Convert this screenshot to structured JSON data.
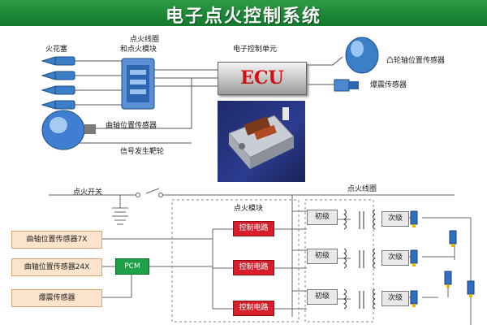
{
  "title": "电子点火控制系统",
  "top": {
    "spark_plug_label": "火花塞",
    "coil_module_label_1": "点火线圈",
    "coil_module_label_2": "和点火模块",
    "ecu_unit_label": "电子控制单元",
    "ecu_text": "ECU",
    "cam_sensor_label": "凸轮轴位置传感器",
    "knock_sensor_label": "爆震传感器",
    "crank_sensor_label": "曲轴位置传感器",
    "trigger_wheel_label": "信号发生靶轮"
  },
  "bottom": {
    "ignition_switch_label": "点火开关",
    "coil_label": "点火线圈",
    "module_label": "点火模块",
    "sensors": [
      "曲轴位置传感器7X",
      "曲轴位置传感器24X",
      "爆震传感器"
    ],
    "pcm_label": "PCM",
    "control_circuits": [
      "控制电路",
      "控制电路",
      "控制电路"
    ],
    "primary_labels": [
      "初级",
      "初级",
      "初级"
    ],
    "secondary_labels": [
      "次级",
      "次级",
      "次级"
    ]
  },
  "colors": {
    "title_bg": "#1a8a38",
    "ecu_text": "#d01010",
    "control_circuit": "#d81e2a",
    "pcm": "#1fa247",
    "sensor_box": "#fbe3cc",
    "spark_plug": "#3a7fc8"
  }
}
